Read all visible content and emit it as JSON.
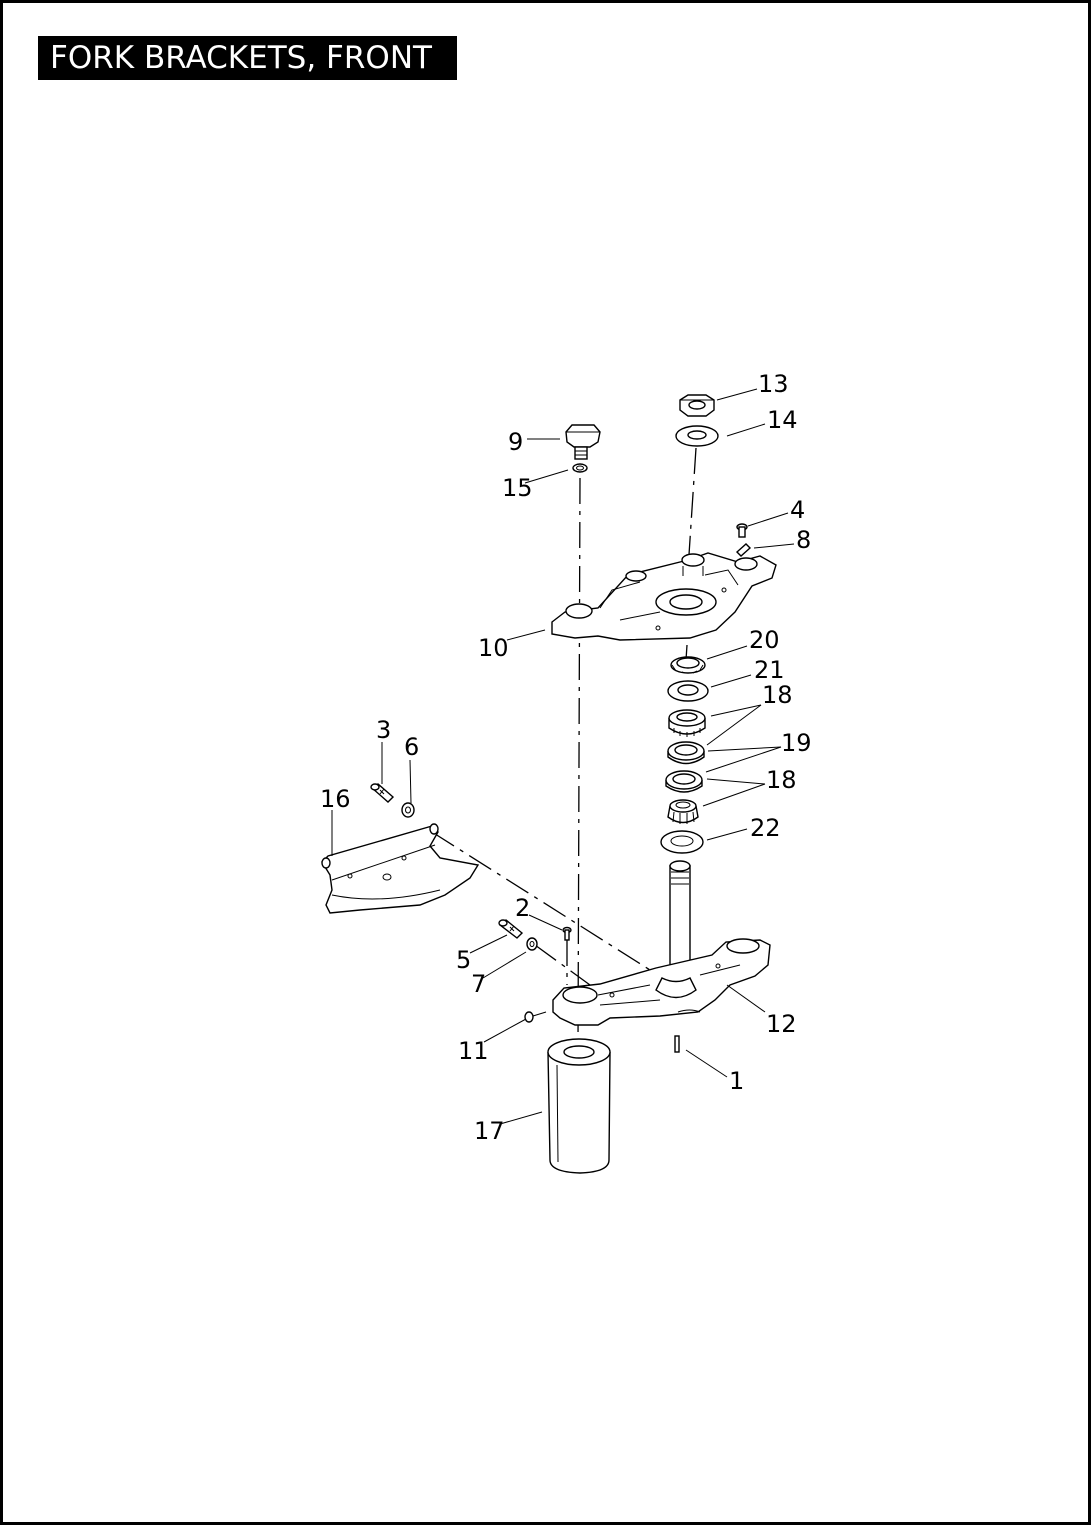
{
  "title": "FORK BRACKETS, FRONT",
  "callouts": [
    "13",
    "14",
    "9",
    "15",
    "4",
    "8",
    "10",
    "20",
    "21",
    "18",
    "19",
    "18",
    "22",
    "3",
    "6",
    "16",
    "2",
    "5",
    "7",
    "12",
    "11",
    "1",
    "17"
  ],
  "colors": {
    "ink": "#000000",
    "paper": "#ffffff"
  }
}
